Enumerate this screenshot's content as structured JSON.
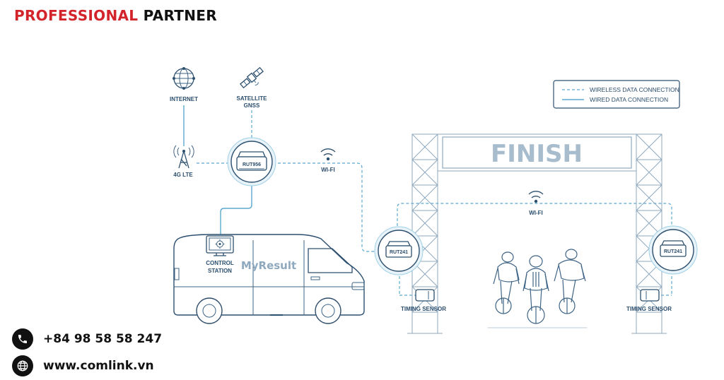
{
  "header": {
    "title_red": "PROFESSIONAL",
    "title_dark": "PARTNER"
  },
  "legend": {
    "wireless": "WIRELESS DATA CONNECTION",
    "wired": "WIRED DATA CONNECTION"
  },
  "nodes": {
    "internet": "INTERNET",
    "satellite_1": "SATELLITE",
    "satellite_2": "GNSS",
    "lte": "4G LTE",
    "router_main": "RUT956",
    "wifi_main": "WI-FI",
    "control_1": "CONTROL",
    "control_2": "STATION",
    "van_brand": "MyResult",
    "router_left": "RUT241",
    "router_right": "RUT241",
    "wifi_finish": "WI-FI",
    "sensor_left": "TIMING SENSOR",
    "sensor_right": "TIMING SENSOR",
    "finish_banner": "FINISH"
  },
  "contact": {
    "phone": "+84 98 58 58 247",
    "website": "www.comlink.vn"
  },
  "icons": [
    "phone-icon",
    "globe-icon",
    "globe-internet-icon",
    "satellite-icon",
    "antenna-tower-icon",
    "wifi-icon",
    "monitor-gear-icon",
    "router-icon",
    "timing-sensor-icon"
  ],
  "colors": {
    "accent_red": "#d4242b",
    "line": "#5aa9cf",
    "outline": "#2c4f6e"
  }
}
